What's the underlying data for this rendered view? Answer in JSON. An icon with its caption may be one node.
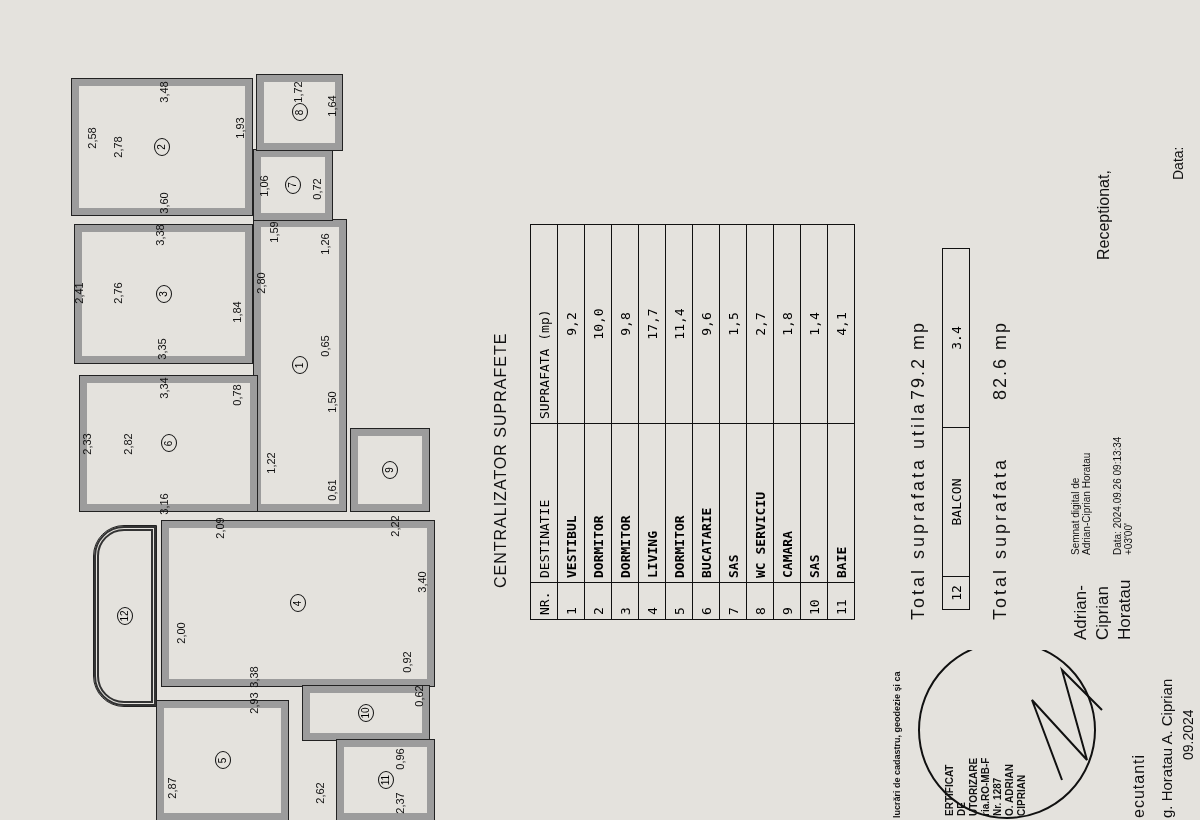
{
  "diagram": {
    "nodes": [
      {
        "text": [
          "1"
        ]
      },
      {
        "text": [
          "2"
        ]
      },
      {
        "text": [
          "3"
        ]
      },
      {
        "text": [
          "4"
        ]
      },
      {
        "text": [
          "5"
        ]
      },
      {
        "text": [
          "6"
        ]
      },
      {
        "text": [
          "7"
        ]
      },
      {
        "text": [
          "8"
        ]
      },
      {
        "text": [
          "9"
        ]
      },
      {
        "text": [
          "10"
        ]
      },
      {
        "text": [
          "11"
        ]
      },
      {
        "text": [
          "12"
        ]
      }
    ],
    "labels": [
      "3,48",
      "2,58",
      "2,78",
      "1,93",
      "1,72",
      "1,64",
      "3,60",
      "1,06",
      "0,72",
      "1,59",
      "1,26",
      "3,38",
      "2,41",
      "2,76",
      "1,84",
      "2,80",
      "3,35",
      "0,65",
      "3,34",
      "0,78",
      "2,33",
      "2,82",
      "1,50",
      "1,22",
      "3,16",
      "0,61",
      "2,09",
      "2,22",
      "3,40",
      "2,00",
      "3,38",
      "2,93",
      "0,92",
      "0,62",
      "0,96",
      "2,87",
      "2,62",
      "2,37",
      "CENTRALIZATOR SUPRAFETE",
      "NR.",
      "DESTINATIE",
      "SUPRAFATA (mp)",
      "1",
      "VESTIBUL",
      "9,2",
      "2",
      "DORMITOR",
      "10,0",
      "3",
      "DORMITOR",
      "9,8",
      "4",
      "LIVING",
      "17,7",
      "5",
      "DORMITOR",
      "11,4",
      "6",
      "BUCATARIE",
      "9,6",
      "7",
      "SAS",
      "1,5",
      "8",
      "WC SERVICIU",
      "2,7",
      "9",
      "CAMARA",
      "1,8",
      "10",
      "SAS",
      "1,4",
      "11",
      "BAIE",
      "4,1",
      "Total suprafata utila",
      "79.2 mp",
      "12",
      "BALCON",
      "3.4",
      "Total suprafata",
      "82.6 mp",
      "Adrian- Ciprian Horatau",
      "Semnat digital de Adrian-Ciprian Horatau",
      "Data: 2024.09.26 09:13:34 +03'00'",
      "lucrări de cadastru, geodezie și ca",
      "ERTIFICAT",
      "DE",
      "UTORIZARE",
      "ria.RO-MB-F",
      "Nr. 1287",
      "O. ADRIAN",
      "CIPRIAN",
      "ecutanti",
      "g. Horatau A. Ciprian",
      "09.2024",
      "Receptionat,",
      "Data:"
    ]
  }
}
